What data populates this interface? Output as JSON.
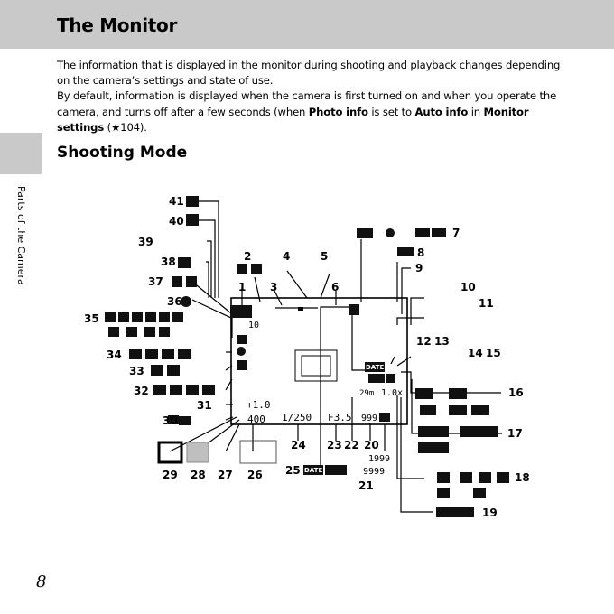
{
  "header": {
    "title": "The Monitor"
  },
  "intro": {
    "p1": "The information that is displayed in the monitor during shooting and playback changes depending on the camera’s settings and state of use.",
    "p2_a": "By default, information is displayed when the camera is first turned on and when you operate the camera, and turns off after a few seconds (when ",
    "p2_photo_info": "Photo info",
    "p2_b": " is set to ",
    "p2_auto_info": "Auto info",
    "p2_c": " in ",
    "p2_monitor_settings": "Monitor settings",
    "p2_ref": " (★104)."
  },
  "side_tab": {
    "label": "Parts of the Camera"
  },
  "section": {
    "title": "Shooting Mode"
  },
  "page_number": "8",
  "callouts": {
    "n1": "1",
    "n2": "2",
    "n3": "3",
    "n4": "4",
    "n5": "5",
    "n6": "6",
    "n7": "7",
    "n8": "8",
    "n9": "9",
    "n10": "10",
    "n11": "11",
    "n12": "12",
    "n13": "13",
    "n14": "14",
    "n15": "15",
    "n16": "16",
    "n17": "17",
    "n18": "18",
    "n19": "19",
    "n20": "20",
    "n21": "21",
    "n22": "22",
    "n23": "23",
    "n24": "24",
    "n25": "25",
    "n26": "26",
    "n27": "27",
    "n28": "28",
    "n29": "29",
    "n30": "30",
    "n31": "31",
    "n32": "32",
    "n33": "33",
    "n34": "34",
    "n35": "35",
    "n36": "36",
    "n37": "37",
    "n38": "38",
    "n39": "39",
    "n40": "40",
    "n41": "41"
  },
  "monitor_text": {
    "shutter": "1/250",
    "aperture": "F3.5",
    "shots_remaining": "999",
    "memory_remaining": "1999",
    "memory_remaining_alt": "9999",
    "exposure_comp": "+1.0",
    "iso": "400",
    "self_timer_count": "10",
    "zoom": "1.0x",
    "time_left": "29m",
    "date_label": "DATE",
    "date_label_alt": "DATE"
  },
  "icons": [
    "camera-mode-icon",
    "focus-mode-icon",
    "zoom-indicator-icon",
    "af-indicator-icon",
    "ae-af-lock-icon",
    "movie-mode-icon",
    "flash-mode-icon",
    "battery-icon",
    "eye-fi-icon",
    "vibration-reduction-icon",
    "motion-detection-icon",
    "white-balance-icon",
    "image-size-icon",
    "movie-options-icon",
    "date-imprint-icon",
    "af-area-icon",
    "backlighting-icon",
    "hdr-icon"
  ],
  "colors": {
    "header_gray": "#c9c9c9",
    "icon_black": "#111111",
    "monitor_frame": "#000000"
  }
}
